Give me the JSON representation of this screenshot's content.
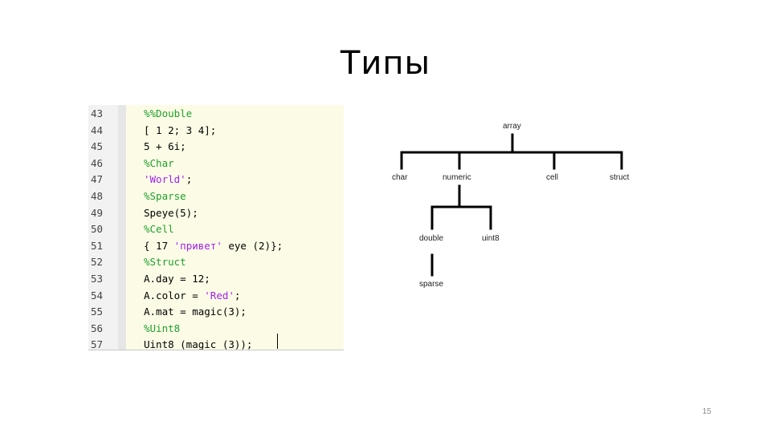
{
  "slide": {
    "title": "Типы",
    "page_number": "15"
  },
  "code_editor": {
    "lines": [
      {
        "num": "43",
        "parts": [
          {
            "t": "%%Double",
            "c": "comment"
          }
        ]
      },
      {
        "num": "44",
        "parts": [
          {
            "t": "[ 1 2; 3 4];",
            "c": ""
          }
        ]
      },
      {
        "num": "45",
        "parts": [
          {
            "t": "5 + 6i;",
            "c": ""
          }
        ]
      },
      {
        "num": "46",
        "parts": [
          {
            "t": "%Char",
            "c": "comment"
          }
        ]
      },
      {
        "num": "47",
        "parts": [
          {
            "t": "'World'",
            "c": "str"
          },
          {
            "t": ";",
            "c": ""
          }
        ]
      },
      {
        "num": "48",
        "parts": [
          {
            "t": "%Sparse",
            "c": "comment"
          }
        ]
      },
      {
        "num": "49",
        "parts": [
          {
            "t": "Speye(5);",
            "c": ""
          }
        ]
      },
      {
        "num": "50",
        "parts": [
          {
            "t": "%Cell",
            "c": "comment"
          }
        ]
      },
      {
        "num": "51",
        "parts": [
          {
            "t": "{ 17 ",
            "c": ""
          },
          {
            "t": "'привет'",
            "c": "str"
          },
          {
            "t": " eye (2)};",
            "c": ""
          }
        ]
      },
      {
        "num": "52",
        "parts": [
          {
            "t": "%Struct",
            "c": "comment"
          }
        ]
      },
      {
        "num": "53",
        "parts": [
          {
            "t": "A.day = 12;",
            "c": ""
          }
        ]
      },
      {
        "num": "54",
        "parts": [
          {
            "t": "A.color = ",
            "c": ""
          },
          {
            "t": "'Red'",
            "c": "str"
          },
          {
            "t": ";",
            "c": ""
          }
        ]
      },
      {
        "num": "55",
        "parts": [
          {
            "t": "A.mat = magic(3);",
            "c": ""
          }
        ]
      },
      {
        "num": "56",
        "parts": [
          {
            "t": "%Uint8",
            "c": "comment"
          }
        ]
      },
      {
        "num": "57",
        "parts": [
          {
            "t": "Uint8 (magic (3));",
            "c": ""
          }
        ]
      }
    ]
  },
  "type_tree": {
    "root": "array",
    "level1": [
      "char",
      "numeric",
      "cell",
      "struct"
    ],
    "numeric_children": [
      "double",
      "uint8"
    ],
    "double_children": [
      "sparse"
    ]
  },
  "colors": {
    "editor_bg": "#fcfce6",
    "comment": "#1e9f2b",
    "string": "#a020f0",
    "tree_line": "#000000"
  }
}
